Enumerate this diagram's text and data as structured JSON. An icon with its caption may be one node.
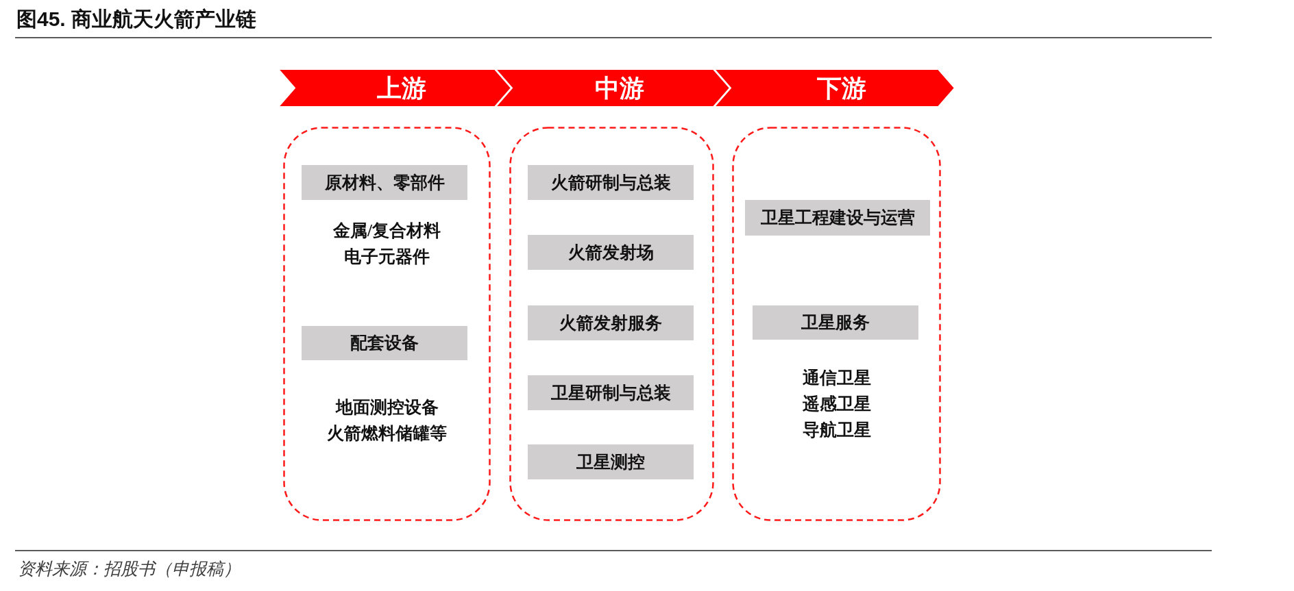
{
  "diagram": {
    "title": "图45. 商业航天火箭产业链",
    "caption": "资料来源：招股书（申报稿）",
    "nodes": [
      {
        "text": [
          "上游"
        ]
      },
      {
        "text": [
          "中游"
        ]
      },
      {
        "text": [
          "下游"
        ]
      },
      {
        "text": [],
        "shape": "box"
      },
      {
        "text": [
          "原材料、零部件"
        ],
        "in": 3,
        "beside": [
          "金属/复合材料",
          "电子元器件"
        ]
      },
      {
        "text": [
          "配套设备"
        ],
        "in": 3,
        "beside": [
          "地面测控设备",
          "火箭燃料储罐等"
        ]
      },
      {
        "text": [],
        "shape": "box"
      },
      {
        "text": [
          "火箭研制与总装"
        ],
        "in": 6
      },
      {
        "text": [
          "火箭发射场"
        ],
        "in": 6
      },
      {
        "text": [
          "火箭发射服务"
        ],
        "in": 6
      },
      {
        "text": [
          "卫星研制与总装"
        ],
        "in": 6
      },
      {
        "text": [
          "卫星测控"
        ],
        "in": 6
      },
      {
        "text": [],
        "shape": "box"
      },
      {
        "text": [
          "卫星工程建设与运营"
        ],
        "in": 12
      },
      {
        "text": [
          "卫星服务"
        ],
        "in": 12,
        "beside": [
          "通信卫星",
          "遥感卫星",
          "导航卫星"
        ]
      }
    ]
  }
}
